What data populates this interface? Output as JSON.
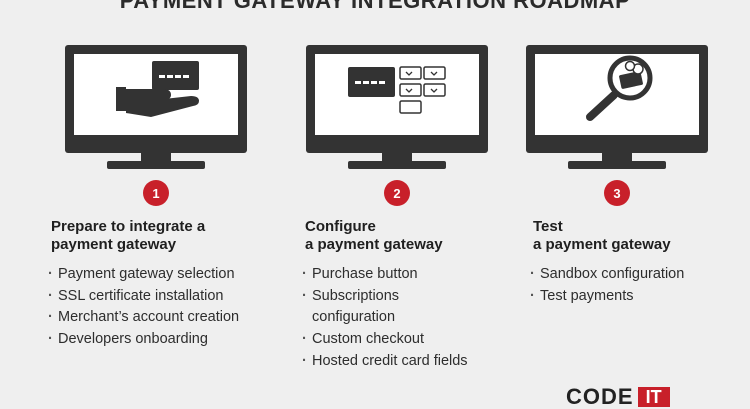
{
  "title": "PAYMENT GATEWAY INTEGRATION ROADMAP",
  "steps": [
    {
      "number": "1",
      "title": "Prepare to integrate a\npayment gateway",
      "items": [
        "Payment gateway selection",
        "SSL certificate installation",
        "Merchant’s account creation",
        "Developers onboarding"
      ]
    },
    {
      "number": "2",
      "title": "Configure\na payment gateway",
      "items": [
        "Purchase button",
        "Subscriptions",
        "configuration",
        "Custom checkout",
        "Hosted credit card fields"
      ]
    },
    {
      "number": "3",
      "title": "Test\na payment gateway",
      "items": [
        "Sandbox configuration",
        "Test payments"
      ]
    }
  ],
  "logo": {
    "text": "CODE",
    "box": "IT"
  },
  "colors": {
    "accent": "#c8202a",
    "monitor": "#333333",
    "background": "#efefef"
  },
  "icons": [
    "hand-card-icon",
    "card-form-icon",
    "magnifier-icon"
  ]
}
